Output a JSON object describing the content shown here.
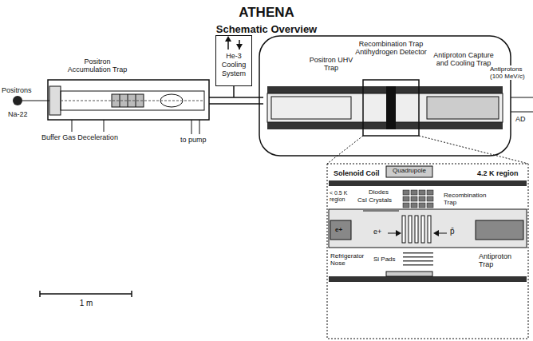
{
  "diagram": {
    "title": "ATHENA",
    "nodes": [
      {
        "text": [
          "He-3 Cooling System"
        ]
      }
    ],
    "labels": [
      "Schematic Overview",
      "Positrons",
      "Na-22",
      "Positron Accumulation Trap",
      "Buffer Gas Deceleration",
      "to pump",
      "Positron UHV Trap",
      "Recombination Trap Antihydrogen Detector",
      "Antiproton Capture and Cooling Trap",
      "Antiprotons (100 MeV/c)",
      "AD",
      "1 m",
      "Solenoid Coil",
      "Quadrupole",
      "4.2 K region",
      "Diodes",
      "CsI Crystals",
      "< 0.5 K region",
      "e+",
      "e+",
      "Recombination Trap",
      "p̄",
      "Refrigerator Nose",
      "Si Pads",
      "Antiproton Trap"
    ]
  }
}
